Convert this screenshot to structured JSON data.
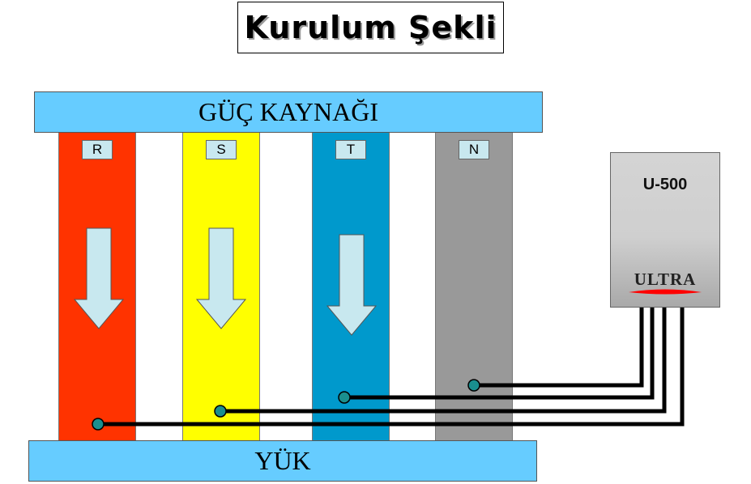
{
  "title": "Kurulum Şekli",
  "source": {
    "label": "GÜÇ KAYNAĞI"
  },
  "load": {
    "label": "YÜK"
  },
  "phases": [
    {
      "label": "R",
      "color": "#ff3300"
    },
    {
      "label": "S",
      "color": "#ffff00"
    },
    {
      "label": "T",
      "color": "#0099cc"
    },
    {
      "label": "N",
      "color": "#999999"
    }
  ],
  "device": {
    "model": "U-500",
    "brand": "ULTRA",
    "brand_swoosh_color": "#ff0000"
  },
  "colors": {
    "bar": "#66ccff",
    "arrow": "#c8e8ef",
    "connector": "#1a8f8f",
    "wire": "#000000"
  },
  "icons": [
    "down-arrow-icon",
    "connector-dot-icon",
    "swoosh-icon"
  ]
}
